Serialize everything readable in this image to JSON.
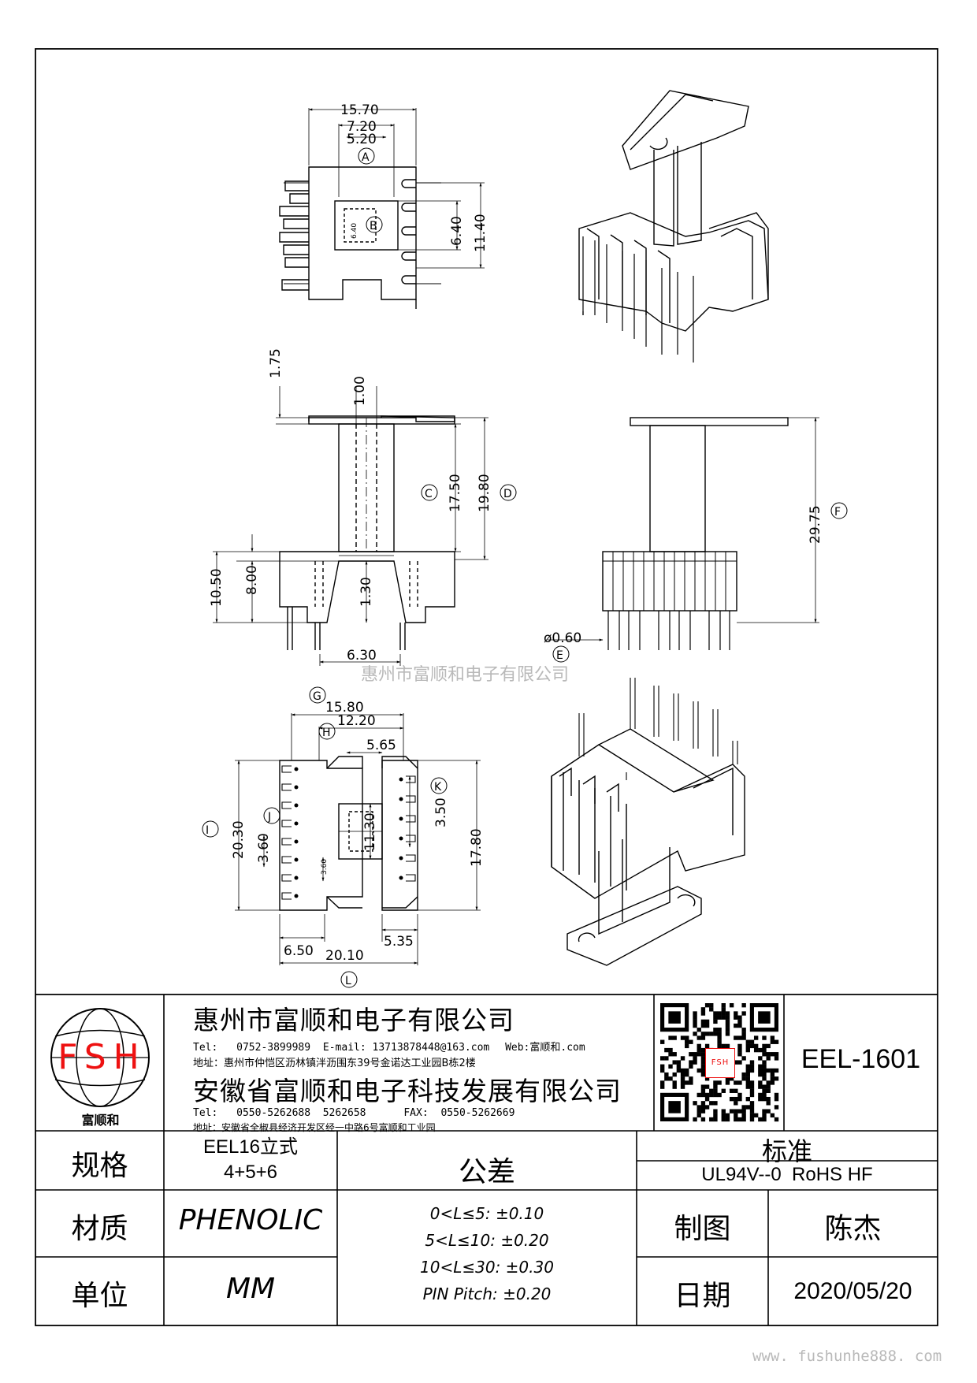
{
  "drawing": {
    "top_view": {
      "dims": [
        "15.70",
        "7.20",
        "5.20",
        "6.40",
        "11.40",
        "6.40"
      ],
      "markers": [
        "A",
        "B"
      ]
    },
    "front_view": {
      "dims": [
        "1.75",
        "1.00",
        "17.50",
        "19.80",
        "10.50",
        "8.00",
        "1.30",
        "6.30"
      ],
      "markers": [
        "C",
        "D"
      ]
    },
    "side_view": {
      "dims": [
        "29.75",
        "ø0.60"
      ],
      "markers": [
        "F",
        "E"
      ]
    },
    "bottom_view": {
      "dims": [
        "15.80",
        "12.20",
        "5.65",
        "20.30",
        "3.60",
        "11.30",
        "3.50",
        "17.80",
        "6.50",
        "5.35",
        "20.10",
        "3.60"
      ],
      "markers": [
        "G",
        "H",
        "I",
        "J",
        "K",
        "L"
      ]
    },
    "watermark_center": "惠州市富顺和电子有限公司",
    "watermark_bottom": "www. fushunhe888. com"
  },
  "title_block": {
    "logo": {
      "letters": "FSH",
      "caption": "富顺和"
    },
    "company1": {
      "name": "惠州市富顺和电子有限公司",
      "tel_label": "Tel:",
      "tel": "0752-3899989",
      "email_label": "E-mail:",
      "email": "13713878448@163.com",
      "web_label": "Web:",
      "web": "富顺和.com",
      "address": "地址：惠州市仲恺区沥林镇泮沥围东39号金诺达工业园B栋2楼"
    },
    "company2": {
      "name": "安徽省富顺和电子科技发展有限公司",
      "tel_label": "Tel:",
      "tel": "0550-5262688  5262658",
      "fax_label": "FAX:",
      "fax": "0550-5262669",
      "address": "地址：安徽省全椒县经济开发区经一中路6号富顺和工业园"
    },
    "qr_label": "FSH",
    "part_number": "EEL-1601",
    "spec_label": "规格",
    "spec_value_line1": "EEL16立式",
    "spec_value_line2": "4+5+6",
    "tolerance_label": "公差",
    "tolerance_lines": [
      "0<L≤5: ±0.10",
      "5<L≤10: ±0.20",
      "10<L≤30: ±0.30",
      "PIN Pitch: ±0.20"
    ],
    "standard_label": "标准",
    "standard_value": "UL94V--0  RoHS HF",
    "material_label": "材质",
    "material_value": "PHENOLIC",
    "drawn_label": "制图",
    "drawn_value": "陈杰",
    "unit_label": "单位",
    "unit_value": "MM",
    "date_label": "日期",
    "date_value": "2020/05/20"
  }
}
